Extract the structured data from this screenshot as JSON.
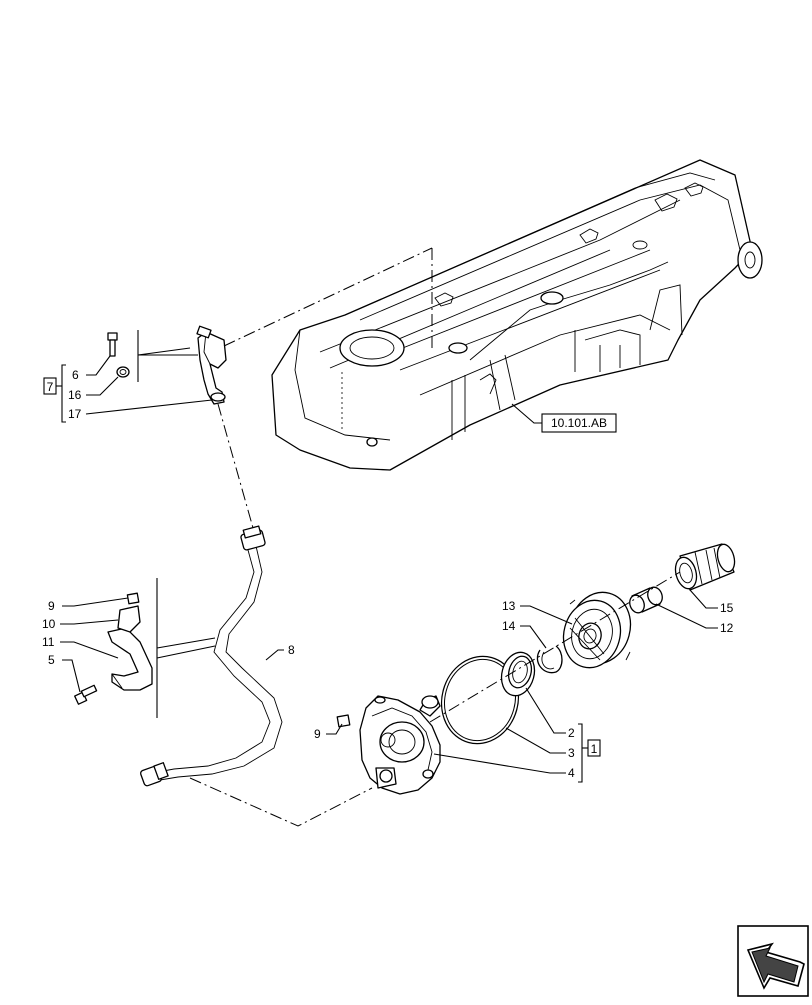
{
  "callouts": {
    "c1": "1",
    "c2": "2",
    "c3": "3",
    "c4": "4",
    "c5": "5",
    "c6": "6",
    "c7": "7",
    "c8": "8",
    "c9a": "9",
    "c9b": "9",
    "c10": "10",
    "c11": "11",
    "c12": "12",
    "c13": "13",
    "c14": "14",
    "c15": "15",
    "c16": "16",
    "c17": "17"
  },
  "reference": {
    "label": "10.101.AB"
  },
  "nav": {
    "icon": "next-page-arrow-icon"
  }
}
